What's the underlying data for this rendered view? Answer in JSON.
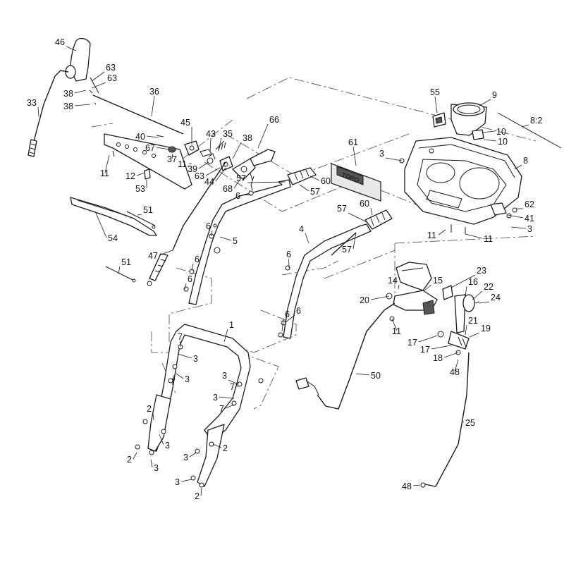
{
  "callouts": [
    "46",
    "63",
    "63",
    "38",
    "38",
    "33",
    "36",
    "45",
    "43",
    "35",
    "38",
    "40",
    "67",
    "37",
    "11",
    "39",
    "63",
    "44",
    "66",
    "68",
    "57",
    "60",
    "57",
    "6",
    "5",
    "11",
    "12",
    "53",
    "51",
    "54",
    "47",
    "51",
    "6",
    "6",
    "6",
    "4",
    "57",
    "60",
    "57",
    "6",
    "6",
    "6",
    "1",
    "7",
    "3",
    "7",
    "3",
    "3",
    "7",
    "3",
    "7",
    "2",
    "3",
    "2",
    "3",
    "3",
    "2",
    "3",
    "2",
    "61",
    "3",
    "55",
    "9",
    "8:2",
    "10",
    "10",
    "8",
    "62",
    "41",
    "3",
    "11",
    "11",
    "14",
    "15",
    "23",
    "16",
    "22",
    "24",
    "20",
    "11",
    "21",
    "19",
    "17",
    "17",
    "18",
    "48",
    "50",
    "25",
    "48"
  ],
  "decal_text": "TORO"
}
